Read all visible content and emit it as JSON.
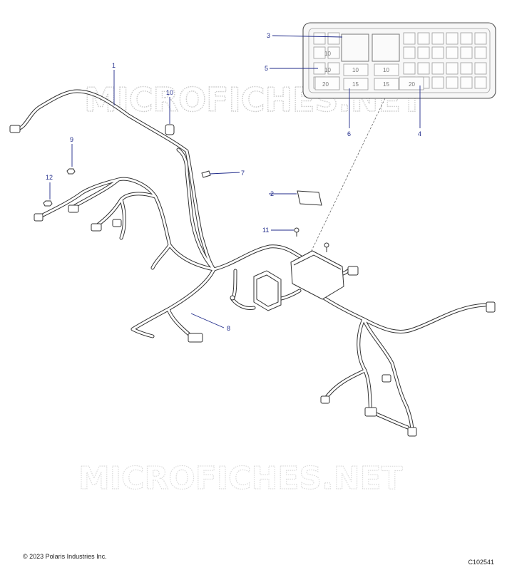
{
  "callouts": [
    {
      "num": "1"
    },
    {
      "num": "2"
    },
    {
      "num": "3"
    },
    {
      "num": "4"
    },
    {
      "num": "5"
    },
    {
      "num": "6"
    },
    {
      "num": "7"
    },
    {
      "num": "8"
    },
    {
      "num": "9"
    },
    {
      "num": "10"
    },
    {
      "num": "11"
    },
    {
      "num": "12"
    }
  ],
  "fuse_box": {
    "labels": [
      "10",
      "10",
      "10",
      "10",
      "20",
      "15",
      "15",
      "20"
    ]
  },
  "watermark": {
    "text": "MICROFICHES.NET"
  },
  "footer": {
    "copyright": "© 2023 Polaris Industries Inc.",
    "code": "C102541"
  }
}
